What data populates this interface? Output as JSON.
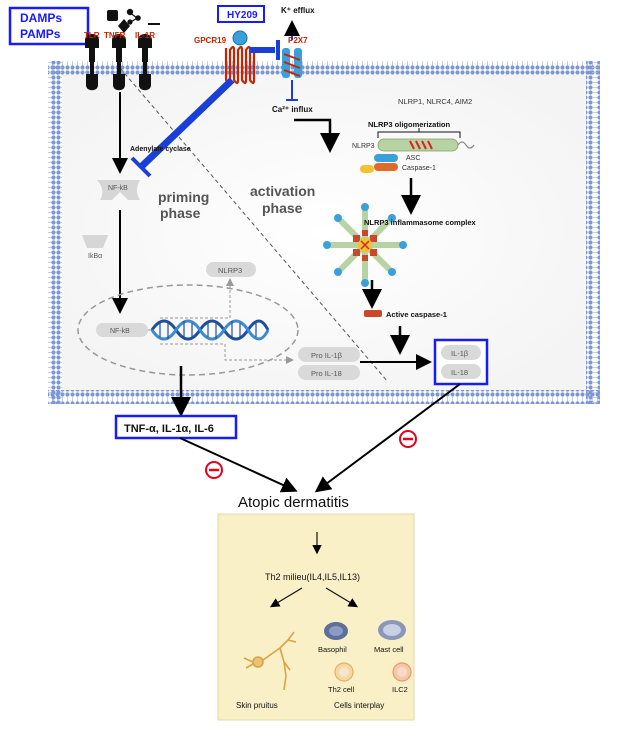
{
  "boxes": {
    "damps": "DAMPs",
    "pamps": "PAMPs",
    "hy209": "HY209",
    "cytokines": "TNF-α, IL-1α, IL-6"
  },
  "receptors": {
    "tlr": "TLR",
    "tnfr": "TNFR",
    "il1r": "IL-1R",
    "gpcr19": "GPCR19",
    "p2x7": "P2X7"
  },
  "ions": {
    "k_efflux": "K⁺ efflux",
    "ca_influx": "Ca²⁺ influx"
  },
  "labels": {
    "adenylate_cyclase": "Adenylate cyclase",
    "nfkb_cyto": "NF-kB",
    "ikba": "IkBα",
    "priming": "priming",
    "priming_phase": "phase",
    "activation": "activation",
    "activation_phase": "phase",
    "nlrp3_gene": "NLRP3",
    "nfkb_nucleus": "NF-kB",
    "pro_il1b": "Pro IL-1β",
    "pro_il18": "Pro IL-18",
    "il1b": "IL-1β",
    "il18": "IL-18",
    "nlrp_family": "NLRP1, NLRC4, AIM2",
    "oligomerization": "NLRP3 oligomerization",
    "nlrp3_protein": "NLRP3",
    "asc": "ASC",
    "caspase1": "Caspase-1",
    "complex": "NLRP3 inflammasome  complex",
    "active_caspase": "Active caspase-1",
    "atopic": "Atopic dermatitis"
  },
  "panel": {
    "th2_milieu": "Th2 milieu(IL4,IL5,IL13)",
    "basophil": "Basophil",
    "mast_cell": "Mast cell",
    "th2_cell": "Th2 cell",
    "ilc2": "ILC2",
    "skin_pruitus": "Skin pruitus",
    "cells_interplay": "Cells interplay"
  },
  "colors": {
    "blue_box": "#1a1aff",
    "inhibit_blue": "#1a3fd6",
    "red_text": "#cc2200",
    "membrane": "#8fa6d6",
    "panel_bg": "#faf0c8",
    "panel_border": "#e6d9a0",
    "minus_red": "#e8001c"
  }
}
